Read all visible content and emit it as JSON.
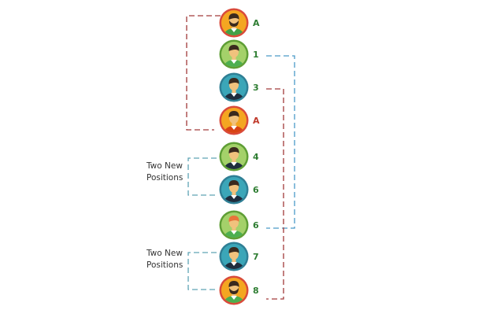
{
  "colors": {
    "red_ring": "#d94a3a",
    "green_ring": "#5e9e35",
    "teal_ring": "#2f7f95",
    "green_label": "#2e7d32",
    "red_label": "#c0392b",
    "red_dash": "#a23a3a",
    "blue_dash": "#4a9ac8",
    "gray_dash": "#5fa3b5"
  },
  "avatars": [
    {
      "label": "A",
      "ring": "red",
      "fill": "#f4a621",
      "shirt": "#43a047",
      "skin": "#f1c27d",
      "hair": "#3b2a1e",
      "beard": true
    },
    {
      "label": "1",
      "ring": "green",
      "fill": "#a4d16a",
      "shirt": "#4caf50",
      "skin": "#f1c27d",
      "hair": "#3b2a1e",
      "beard": false
    },
    {
      "label": "3",
      "ring": "teal",
      "fill": "#3ba6b8",
      "shirt": "#1f2d3d",
      "skin": "#f1c27d",
      "hair": "#3b2a1e",
      "beard": false
    },
    {
      "label": "A",
      "ring": "red",
      "fill": "#f4a621",
      "shirt": "#d84315",
      "skin": "#f1c27d",
      "hair": "#3b2a1e",
      "beard": false
    },
    {
      "label": "4",
      "ring": "green",
      "fill": "#a4d16a",
      "shirt": "#1f2d3d",
      "skin": "#f1c27d",
      "hair": "#3b2a1e",
      "beard": false
    },
    {
      "label": "6",
      "ring": "teal",
      "fill": "#3ba6b8",
      "shirt": "#1f2d3d",
      "skin": "#f1c27d",
      "hair": "#3b2a1e",
      "beard": false
    },
    {
      "label": "6",
      "ring": "green",
      "fill": "#a4d16a",
      "shirt": "#4caf50",
      "skin": "#f1c27d",
      "hair": "#e8743b",
      "beard": false
    },
    {
      "label": "7",
      "ring": "teal",
      "fill": "#3ba6b8",
      "shirt": "#1f2d3d",
      "skin": "#f1c27d",
      "hair": "#3b2a1e",
      "beard": false
    },
    {
      "label": "8",
      "ring": "red",
      "fill": "#f4a621",
      "shirt": "#4caf50",
      "skin": "#f1c27d",
      "hair": "#3b2a1e",
      "beard": true
    }
  ],
  "annotations": {
    "group1": {
      "line1": "Two New",
      "line2": "Positions"
    },
    "group2": {
      "line1": "Two New",
      "line2": "Positions"
    }
  }
}
